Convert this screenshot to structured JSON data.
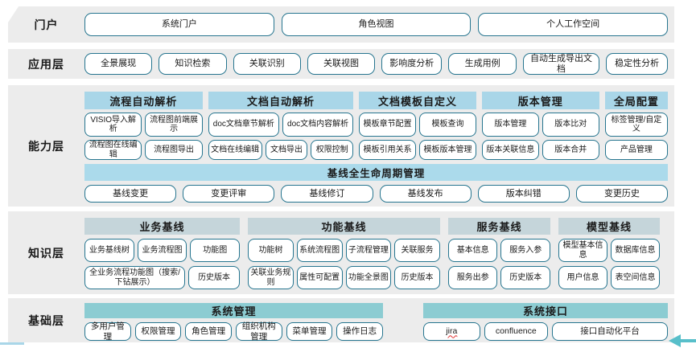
{
  "colors": {
    "band_bg": "#ececec",
    "header_blue": "#a9d6e8",
    "banner_blue": "#abdaeb",
    "knowledge_header": "#c5d5da",
    "foundation_header": "#8cccd2",
    "box_border": "#26758f",
    "misspell_red": "#e03030",
    "arrow_teal": "#58bfca"
  },
  "portal": {
    "label": "门户",
    "boxes": [
      "系统门户",
      "角色视图",
      "个人工作空间"
    ]
  },
  "application": {
    "label": "应用层",
    "boxes": [
      "全景展现",
      "知识检索",
      "关联识别",
      "关联视图",
      "影响度分析",
      "生成用例",
      "自动生成导出文档",
      "稳定性分析"
    ]
  },
  "capability": {
    "label": "能力层",
    "groups": [
      {
        "title": "流程自动解析",
        "row1": [
          "VISIO导入解析",
          "流程图前端展示"
        ],
        "row2": [
          "流程图在线编辑",
          "流程图导出"
        ]
      },
      {
        "title": "文档自动解析",
        "row1": [
          "doc文档章节解析",
          "doc文档内容解析"
        ],
        "row2": [
          "文档在线编辑",
          "文档导出",
          "权限控制"
        ]
      },
      {
        "title": "文档模板自定义",
        "row1": [
          "模板章节配置",
          "模板查询"
        ],
        "row2": [
          "模板引用关系",
          "模板版本管理"
        ]
      },
      {
        "title": "版本管理",
        "row1": [
          "版本管理",
          "版本比对"
        ],
        "row2": [
          "版本关联信息",
          "版本合并"
        ]
      },
      {
        "title": "全局配置",
        "row1": [
          "标签管理/自定义"
        ],
        "row2": [
          "产品管理"
        ]
      }
    ],
    "baseline_banner": "基线全生命周期管理",
    "baseline_boxes": [
      "基线变更",
      "变更评审",
      "基线修订",
      "基线发布",
      "版本纠错",
      "变更历史"
    ]
  },
  "knowledge": {
    "label": "知识层",
    "groups": [
      {
        "title": "业务基线",
        "row1": [
          "业务基线树",
          "业务流程图",
          "功能图"
        ],
        "row2": [
          "全业务流程功能图（搜索/下钻展示）",
          "历史版本"
        ]
      },
      {
        "title": "功能基线",
        "row1": [
          "功能树",
          "系统流程图",
          "子流程管理",
          "关联服务"
        ],
        "row2": [
          "关联业务规则",
          "属性可配置",
          "功能全景图",
          "历史版本"
        ]
      },
      {
        "title": "服务基线",
        "row1": [
          "基本信息",
          "服务入参"
        ],
        "row2": [
          "服务出参",
          "历史版本"
        ]
      },
      {
        "title": "模型基线",
        "row1": [
          "模型基本信息",
          "数据库信息"
        ],
        "row2": [
          "用户信息",
          "表空间信息"
        ]
      }
    ]
  },
  "foundation": {
    "label": "基础层",
    "groups": [
      {
        "title": "系统管理",
        "boxes": [
          "多用户管理",
          "权限管理",
          "角色管理",
          "组织机构管理",
          "菜单管理",
          "操作日志"
        ]
      },
      {
        "title": "系统接口",
        "boxes": [
          "jira",
          "confluence",
          "接口自动化平台"
        ]
      }
    ]
  }
}
